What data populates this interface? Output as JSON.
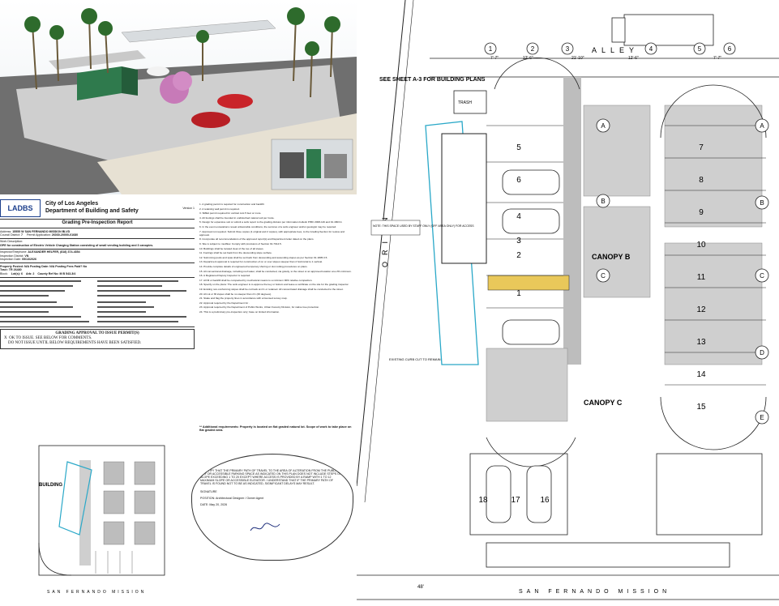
{
  "report": {
    "dept_city": "City of Los Angeles",
    "dept_name": "Department of Building and Safety",
    "ladbs_logo": "LADBS",
    "version": "Version 1",
    "title": "Grading Pre-Inspection Report",
    "address_label": "Address:",
    "address": "15555 W SAN FERNANDO MISSION BLVD",
    "council_label": "Council District:",
    "council": "7",
    "permit_label": "Permit Application:",
    "permit": "26030-20000-01680",
    "work_label": "Work Description:",
    "work": "GPE for construction of Electric Vehicle Charging Station consisting of small vending building and 3 canopies.",
    "inspector_label": "Inspector/Telephone:",
    "inspector": "ALEXANDER HELFER, (818) 374-4354",
    "district_label": "Inspection District:",
    "district": "VN",
    "date_label": "Inspection Date:",
    "date": "05/13/2026",
    "property": "Property Posted: N/A  Posting Date: N/A  Posting Fees Paid? No",
    "tract": "Tract: TR 26480",
    "block": "Block:",
    "lots": "Lot(s): 6",
    "arb": "Arb: 2",
    "county": "County Ref No: M B 543-3/4",
    "grading_head": "GRADING APPROVAL TO ISSUE PERMIT(S)",
    "opt1": "OK TO ISSUE. SEE BELOW FOR COMMENTS.",
    "opt2": "DO NOT ISSUE UNTIL BELOW REQUIREMENTS HAVE BEEN SATISFIED."
  },
  "notes": [
    "1. A grading permit is required for construction and backfill.",
    "2. A retaining wall permit is required.",
    "3. SMEA permit required for vertical cuts 5 feet or more.",
    "4. All footings shall be founded in undisturbed natural soil per Code.",
    "5. Design for expansive soil or submit a soils report to the grading division per information bulletin P/BC 2008-116 and 91.1803.4.",
    "6. In the event excavations reveal unfavorable conditions, the services of a soils engineer and/or geologist may be required.",
    "7. Approval not required. Submit three copies (1 original and 2 copies), with appropriate fees, to the Grading Section for review and approval.",
    "8. Incorporate all recommendations of the approved report(s) and Department letter dated on the plans.",
    "9. Site is subject to mudflow. Comply with provisions of Section 91.7014.5.",
    "10. Buildings shall be located clear of the toe of all slopes.",
    "11. Footings shall be set back from the descending slope surface.",
    "12. Swimming pools and spas shall be set back from descending and ascending slopes as per Section 91.1805.3.5.",
    "13. Department approval is required for construction of on or over slopes steeper than 2 horizontal to 1 vertical.",
    "14. Provide complete details of engineered temporary shoring or slot cutting procedures on plans.",
    "15. All conventional drainage, including roof water, shall be conducted, via gravity, to the street or an approved location at a 2% minimum.",
    "16. A Registered Deputy Inspector is required.",
    "17. All fill or backfill shall be compacted by mechanical means to a minimum 90% relative compaction.",
    "18. Specify on the plans: The soils engineer is to approve the key or bottom and leave a certificate on the site for the grading inspector.",
    "19. Existing non-conforming slopes shall be cut back at 2:1 or retained. All concentrated drainage shall be conducted to the street.",
    "20. All cut or fill slopes shall be no steeper than 2:1 (26 degrees).",
    "21. Stake and flag the property lines in accordance with a licensed survey map.",
    "22. Approval required by the Department for .",
    "23. Approval required by the Department of Public Works, Urban Forestry Division, for native tree protection.",
    "24. This is a preliminary pre-inspection only; base on limited information."
  ],
  "additional": "** Additional requirements: Property is located on flat graded natural lot. Scope of work to take place on flat graded area.",
  "cert": {
    "text": "I CERTIFY THAT THE PRIMARY PATH OF TRAVEL TO THE AREA OF ALTERATION FROM THE PUBLIC WAY OR ACCESSIBLE PARKING SPACE AS INDICATED ON THIS PLAN DOES NOT INCLUDE STEPS OR A SLOPE EXCEEDING 1 TO 20 EXCEPT WHERE ACCESS IS PROVIDED BY A RAMP WITH 1 TO 12 MAXIMUM SLOPE OR ACCESSIBLE ELEVATOR. I UNDERSTAND THAT IF THE PRIMARY PATH OF TRAVEL IS FOUND NOT TO BE AS INDICATED, SIGNIFICANT DELAYS MAY RESULT.",
    "signature_label": "SIGNATURE",
    "position": "POSITION:  Architectural Designer / Owner Agent",
    "date": "DATE:  May 20, 2026"
  },
  "plan": {
    "alley": "ALLEY",
    "orion": "ORION",
    "street": "SAN FERNANDO MISSION",
    "street_mini": "SAN FERNANDO MISSION",
    "building_mini": "BUILDING",
    "see_sheet": "SEE SHEET A-3 FOR BUILDING PLANS",
    "trash": "TRASH",
    "canopy_b": "CANOPY B",
    "canopy_c": "CANOPY C",
    "note_box": "NOTE: THIS SPACE USED BY STAFF ONLY (OFF AREA ONLY) FOR ACCESS",
    "curb_note": "EXISTING CURB CUT TO REMAIN",
    "dim_bottom": "48'",
    "grid_top": [
      "1",
      "2",
      "3",
      "4",
      "5",
      "6"
    ],
    "grid_right": [
      "A",
      "B",
      "C",
      "D",
      "E"
    ],
    "grid_mid": [
      "A",
      "B",
      "C"
    ],
    "spaces_right": [
      "7",
      "8",
      "9",
      "10",
      "11",
      "12",
      "13",
      "14",
      "15"
    ],
    "spaces_left": [
      "5",
      "6",
      "4",
      "3",
      "2",
      "1"
    ],
    "spaces_bottom": [
      "18",
      "17",
      "16"
    ],
    "dims_top": [
      "7'-7\"",
      "12'-6\"",
      "21'-10\"",
      "12'-6\"",
      "7'-7\""
    ],
    "colors": {
      "cyan": "#2aa8c8",
      "line": "#222222",
      "paving": "#bdbdbd"
    }
  }
}
